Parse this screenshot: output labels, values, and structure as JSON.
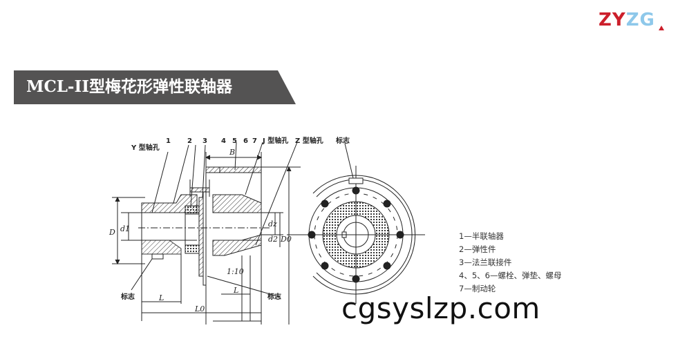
{
  "logo": {
    "part1": "ZY",
    "part2": "ZG",
    "primary_color": "#cc1f2b",
    "secondary_color": "#8ec8ea"
  },
  "banner": {
    "title": "MCL-II型梅花形弹性联轴器",
    "background_color": "#545353"
  },
  "drawing": {
    "callouts": {
      "y_bore": "Y 型轴孔",
      "j_bore": "J 型轴孔",
      "z_bore": "Z 型轴孔",
      "mark_top": "标志",
      "mark_left": "标志",
      "mark_right": "标志",
      "n1": "1",
      "n2": "2",
      "n3": "3",
      "n4": "4",
      "n5": "5",
      "n6": "6",
      "n7": "7"
    },
    "dimensions": {
      "B": "B",
      "D": "D",
      "d1": "d1",
      "dz": "dz",
      "d2": "d2",
      "D0": "D0",
      "L_left": "L",
      "L_right": "L",
      "L0": "L0",
      "taper": "1:10"
    }
  },
  "legend": {
    "items": [
      "1—半联轴器",
      "2—弹性件",
      "3—法兰联接件",
      "4、5、6—螺栓、弹垫、螺母",
      "7—制动轮"
    ]
  },
  "watermark": {
    "text": "cgsyslzp.com"
  }
}
